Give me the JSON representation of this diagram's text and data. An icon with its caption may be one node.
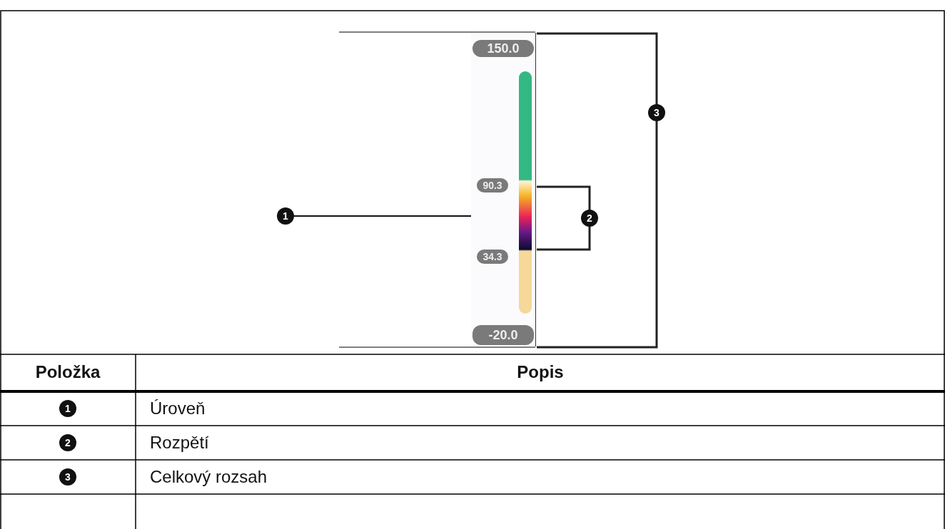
{
  "diagram": {
    "nodes": [
      {
        "text": [
          "1"
        ]
      },
      {
        "text": [
          "150.0",
          "90.3",
          "34.3",
          "-20.0"
        ]
      },
      {
        "text": [
          "2"
        ]
      },
      {
        "text": [
          "3"
        ]
      },
      {
        "text": [
          "1"
        ]
      },
      {
        "text": [
          "2"
        ]
      },
      {
        "text": [
          "3"
        ]
      },
      {
        "text": [],
        "shape": "bar",
        "in": 1
      }
    ],
    "edges": [
      {
        "from": 0,
        "to": 1,
        "arrow": "none"
      }
    ],
    "labels": [
      "Položka",
      "Popis",
      "Úroveň",
      "Rozpětí",
      "Celkový rozsah"
    ]
  }
}
